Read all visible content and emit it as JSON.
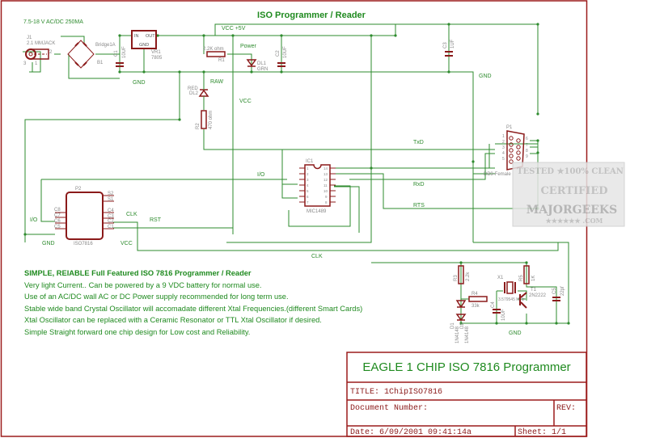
{
  "title": "ISO Programmer / Reader",
  "power_input": "7.5-18 V AC/DC 250MA",
  "colors": {
    "wire": "#2e8b2e",
    "part": "#8b1a1a",
    "frame": "#9b1b1b",
    "text": "#1f8a1f"
  },
  "components": {
    "j1": {
      "name": "J1",
      "value": "2.1 MMJACK",
      "pins": [
        "3",
        "1",
        "2"
      ]
    },
    "bridge": {
      "name": "Bridge1A",
      "ref": "B1"
    },
    "c1": {
      "name": "C1",
      "value": "10UF"
    },
    "vr1": {
      "name": "VR1",
      "value": "7805",
      "in": "IN",
      "out": "OUT",
      "gnd": "GND"
    },
    "r1": {
      "name": "R1",
      "value": "2.2K ohm"
    },
    "dl1": {
      "name": "DL1",
      "value": "GRN",
      "label": "Power"
    },
    "c2": {
      "name": "C2",
      "value": "10UF"
    },
    "dl2": {
      "name": "DL2",
      "value": "RED",
      "label": "RAW"
    },
    "r2": {
      "name": "R2",
      "value": "470 ohm"
    },
    "c3": {
      "name": "C3",
      "value": "1UF"
    },
    "p1": {
      "name": "P1",
      "value": "DB9-Female",
      "pins": [
        "1",
        "2",
        "3",
        "4",
        "5",
        "6",
        "7",
        "8",
        "9"
      ]
    },
    "ic1": {
      "name": "IC1",
      "value": "MIC1489",
      "left_pins": [
        "1",
        "2",
        "3",
        "4",
        "5",
        "6",
        "7"
      ],
      "right_pins": [
        "14",
        "13",
        "12",
        "11",
        "10",
        "9",
        "8"
      ]
    },
    "p2": {
      "name": "P2",
      "value": "ISO7816",
      "left_pins": [
        "C8",
        "C7",
        "C6",
        "C5"
      ],
      "right_pins": [
        "S2",
        "S1",
        "C4",
        "C3",
        "C2",
        "C1"
      ]
    },
    "r3": {
      "name": "R3",
      "value": "2.2k"
    },
    "r4": {
      "name": "R4",
      "value": "33k"
    },
    "d1": {
      "name": "D1",
      "value": "1N4148"
    },
    "d2": {
      "name": "D2",
      "value": "1N4148"
    },
    "c4": {
      "name": "C4",
      "value": "10UF"
    },
    "x1": {
      "name": "X1",
      "value": "3.579545 MHz"
    },
    "r5": {
      "name": "R5",
      "value": "1K"
    },
    "t1": {
      "name": "T1",
      "value": "2N2222"
    },
    "c5": {
      "name": "C5",
      "value": "22pf"
    }
  },
  "nets": {
    "vcc5": "VCC +5V",
    "gnd": "GND",
    "vcc": "VCC",
    "txd": "TxD",
    "rxd": "RxD",
    "rts": "RTS",
    "io": "I/O",
    "clk": "CLK",
    "rst": "RST"
  },
  "notes": [
    "SIMPLE, REIABLE Full Featured ISO 7816 Programmer / Reader",
    "Very light Current.. Can be powered by a 9 VDC battery for normal use.",
    "Use of an AC/DC wall AC or DC Power supply recommended for long term use.",
    "Stable wide band Crystal Oscillator will accomadate different Xtal Frequencies.(different Smart Cards)",
    "Xtal Oscillator can be replaced with a Ceramic Resonator or TTL Xtal Oscillator if desired.",
    "Simple Straight forward one chip design for Low cost and Reliability."
  ],
  "title_block": {
    "heading": "EAGLE 1 CHIP ISO 7816 Programmer",
    "title": "TITLE:  1ChipISO7816",
    "document_number": "Document Number:",
    "rev": "REV:",
    "date": "Date:  6/09/2001  09:41:14a",
    "sheet": "Sheet: 1/1"
  },
  "watermark": {
    "line1": "TESTED ★100% CLEAN",
    "line2": "CERTIFIED",
    "line3": "MAJORGEEKS",
    "line4": "★★★★★★  .COM"
  }
}
